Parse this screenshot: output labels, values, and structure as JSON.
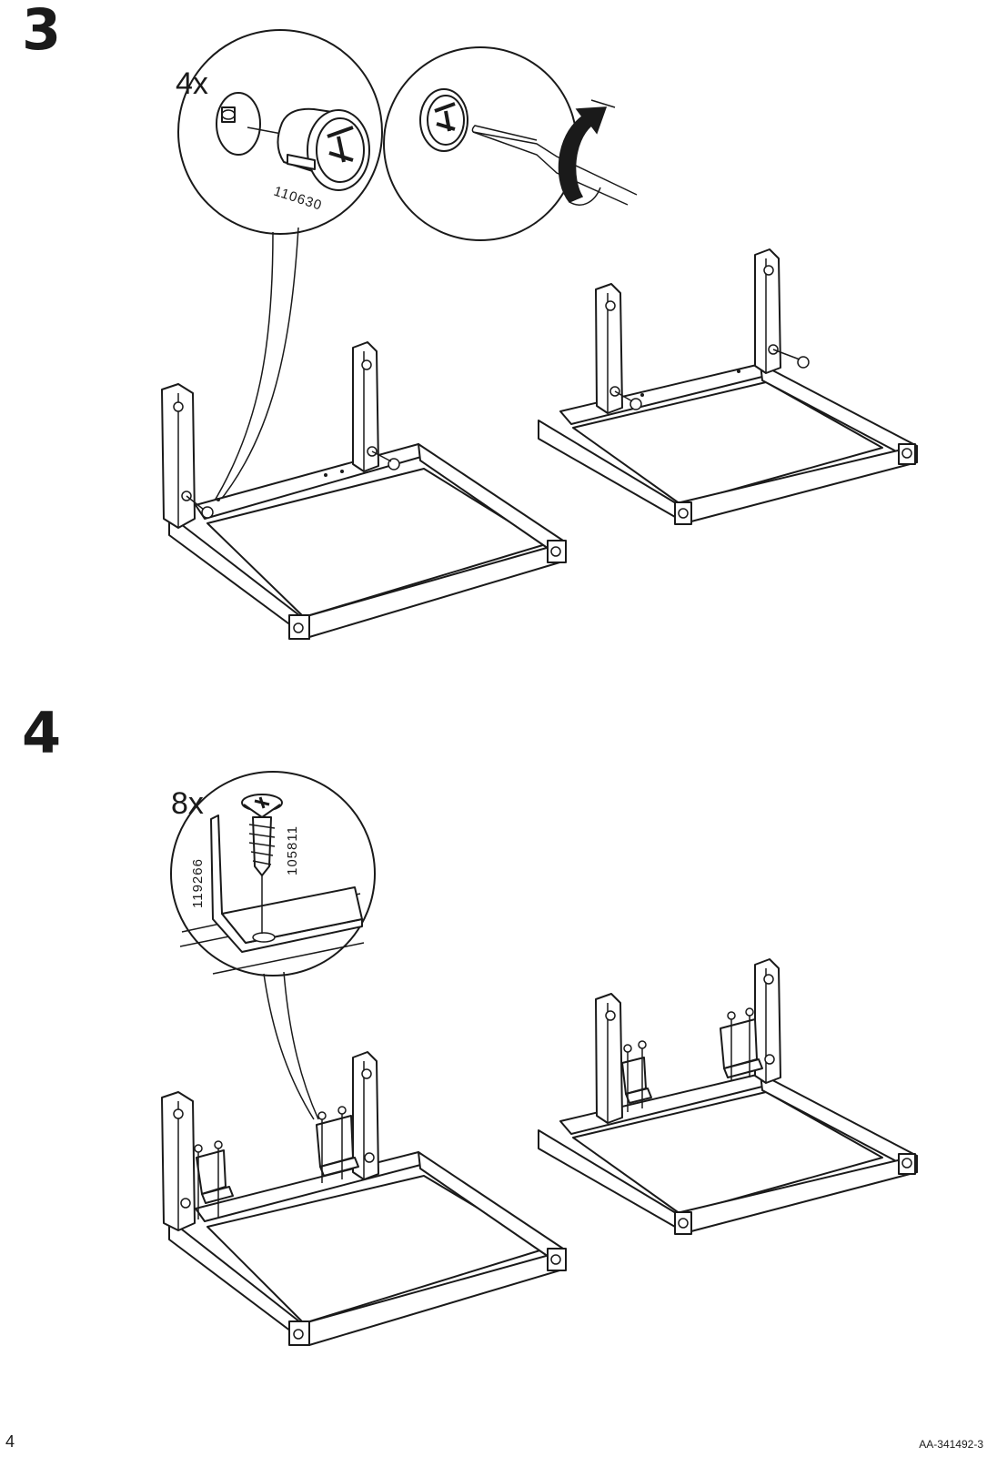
{
  "step3": {
    "number": "3",
    "quantity": "4x",
    "part_number": "110630"
  },
  "step4": {
    "number": "4",
    "quantity": "8x",
    "part_number_bracket": "119266",
    "part_number_screw": "105811"
  },
  "footer": {
    "page_number": "4",
    "document_code": "AA-341492-3"
  },
  "icons": [
    "cam-lock-icon",
    "screwdriver-icon",
    "rotate-arrow-icon",
    "screw-icon",
    "angle-bracket-icon"
  ]
}
